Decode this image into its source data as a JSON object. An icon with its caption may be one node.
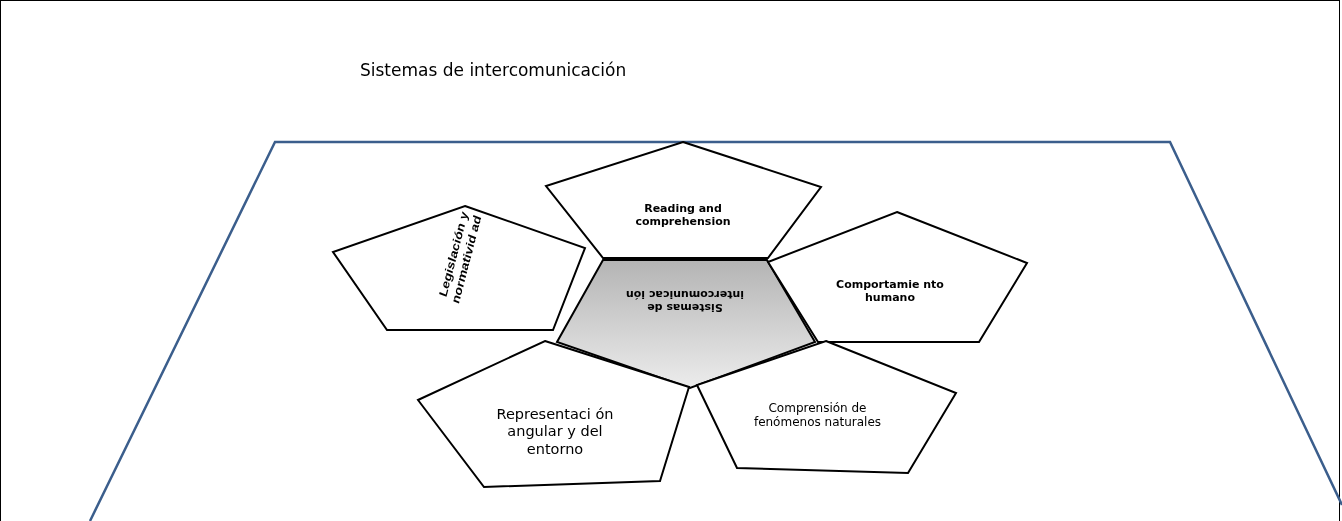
{
  "diagram": {
    "title": "Sistemas de intercomunicación",
    "nodes": [
      {
        "text": [
          "Sistemas de intercomunicac ión"
        ]
      },
      {
        "text": [
          "Reading and comprehension"
        ]
      },
      {
        "text": [
          "Comportamie nto humano"
        ]
      },
      {
        "text": [
          "Comprensión de fenómenos naturales"
        ]
      },
      {
        "text": [
          "Representaci ón angular y del entorno"
        ]
      },
      {
        "text": [
          "Legislación y normativid ad"
        ]
      }
    ]
  }
}
